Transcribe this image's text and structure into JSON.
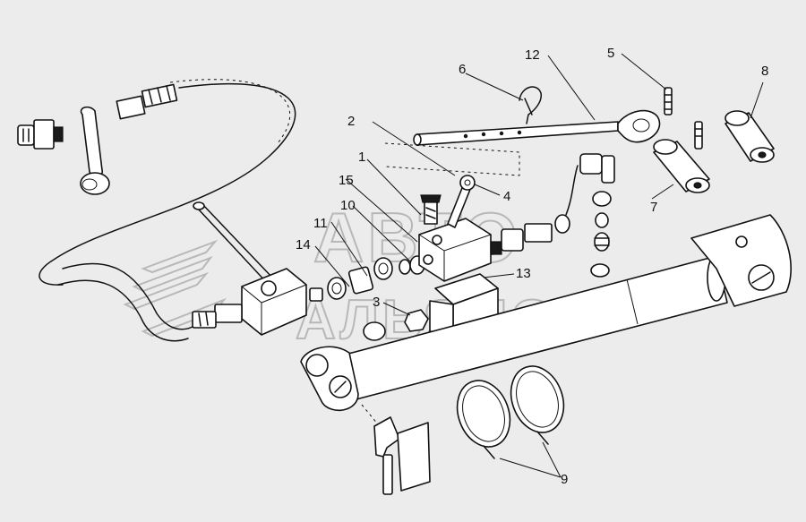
{
  "watermark": {
    "line1": "АВТО",
    "line2": "АЛЬЯНС"
  },
  "callouts": {
    "c1": "1",
    "c2": "2",
    "c3": "3",
    "c4": "4",
    "c5": "5",
    "c6": "6",
    "c7": "7",
    "c8": "8",
    "c9": "9",
    "c10": "10",
    "c11": "11",
    "c12": "12",
    "c13": "13",
    "c14": "14",
    "c15": "15"
  },
  "colors": {
    "background": "#ececec",
    "ink": "#111111",
    "watermark": "#b8b8b8"
  }
}
